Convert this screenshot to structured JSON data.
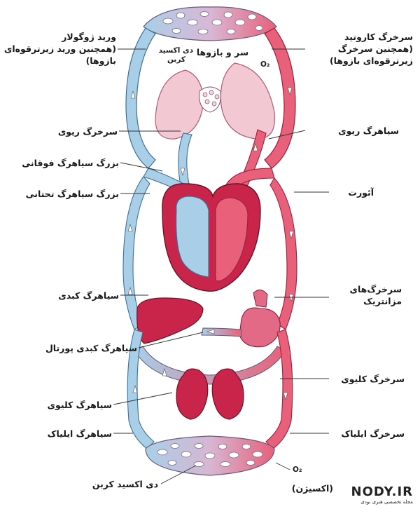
{
  "labels": {
    "jugular": [
      "ورید ژوگولار",
      "(همچنین ورید زیرترقوه‌ای",
      "بازوها)"
    ],
    "carotid": [
      "سرخرگ کاروتید",
      "(همچنین سرخرگ",
      "زیرترقوه‌ای بازوها)"
    ],
    "head_arms": "سر و بازوها",
    "co2_top": [
      "دی اکسید",
      "کربن"
    ],
    "o2_top": "O₂",
    "pulmonary_artery": "سرخرگ ریوی",
    "pulmonary_vein": "سیاهرگ ریوی",
    "superior_vena_cava": "بزرگ سیاهرگ فوقانی",
    "inferior_vena_cava": "بزرگ سیاهرگ تحتانی",
    "aorta": "آئورت",
    "hepatic_vein": "سیاهرگ کبدی",
    "mesenteric_arteries": [
      "سرخرگ‌های",
      "مزانتریک"
    ],
    "hepatic_portal_vein": "سیاهرگ کبدی پورتال",
    "renal_artery": "سرخرگ کلیوی",
    "renal_vein": "سیاهرگ کلیوی",
    "iliac_artery": "سرخرگ ایلیاک",
    "iliac_vein": "سیاهرگ ایلیاک",
    "co2_bottom": "دی اکسید کربن",
    "o2_bottom": "O₂",
    "oxygen_bottom": "(اکسیژن)"
  },
  "watermark": {
    "main": "NODY.IR",
    "sub": "مجله تخصصی هنری نودی"
  },
  "colors": {
    "vein": "#a9cfe8",
    "vein_stroke": "#3e6f96",
    "artery": "#e8607a",
    "artery_stroke": "#9c1f3c",
    "organ": "#c9254a"
  }
}
